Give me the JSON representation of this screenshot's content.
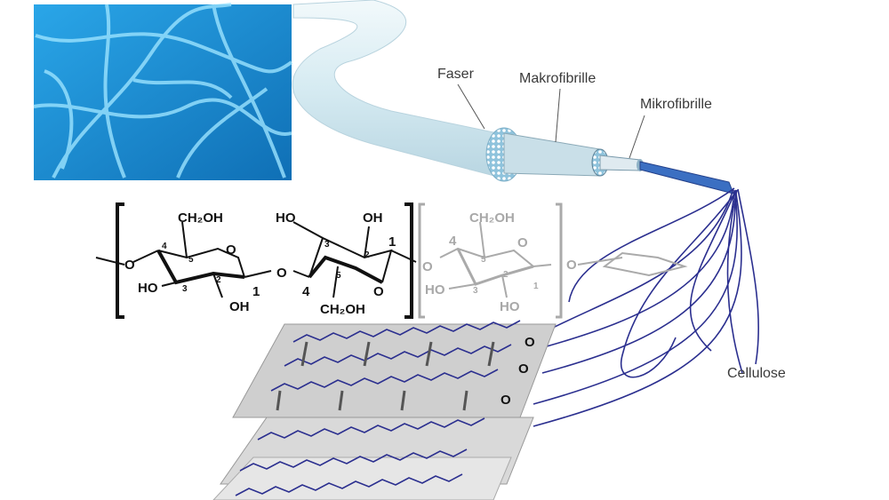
{
  "labels": {
    "faser": "Faser",
    "makrofibrille": "Makrofibrille",
    "mikrofibrille": "Mikrofibrille",
    "cellulose": "Cellulose"
  },
  "chem": {
    "ch2oh": "CH₂OH",
    "oh": "OH",
    "ho": "HO",
    "o": "O",
    "c1": "1",
    "c2": "2",
    "c3": "3",
    "c4": "4",
    "c5": "5"
  },
  "colors": {
    "micrograph": "#1d8fd6",
    "fiber": "#dcedf3",
    "strand": "#2b2f8f",
    "sheet": "#c8c8c8"
  }
}
